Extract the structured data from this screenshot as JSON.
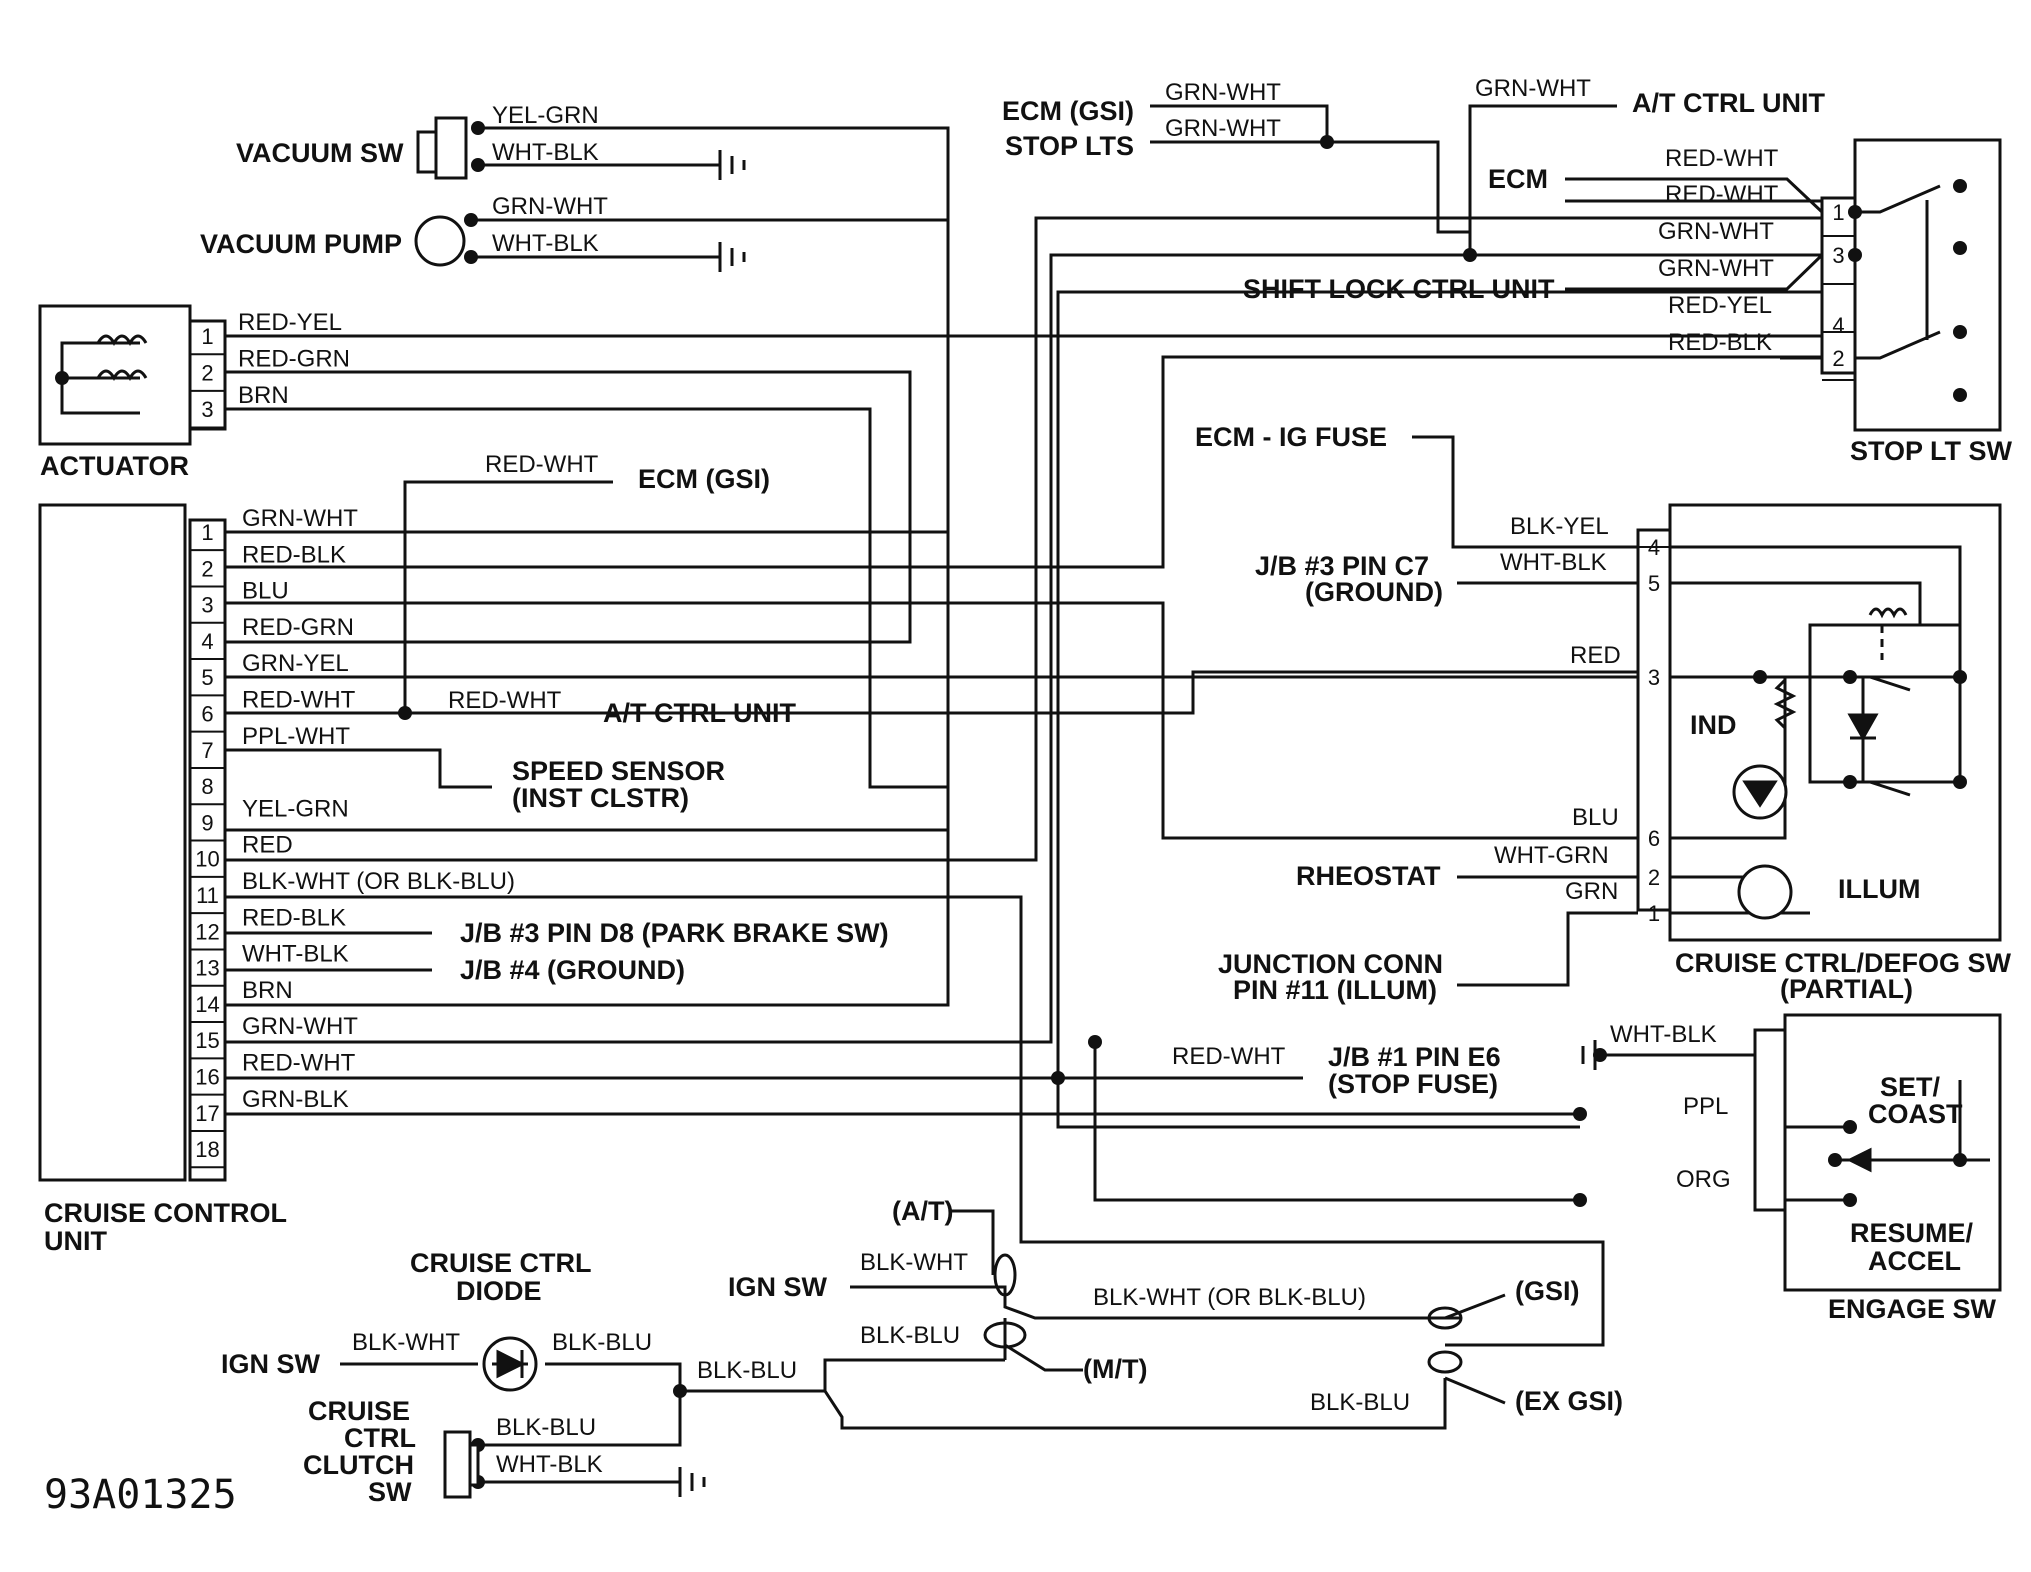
{
  "diagram_code": "93A01325",
  "components": {
    "vacuum_sw": "VACUUM SW",
    "vacuum_pump": "VACUUM PUMP",
    "actuator": "ACTUATOR",
    "ccu": [
      "CRUISE CONTROL",
      "UNIT"
    ],
    "stop_lt_sw": "STOP LT SW",
    "cruise_defog": [
      "CRUISE CTRL/DEFOG SW",
      "(PARTIAL)"
    ],
    "engage_sw": "ENGAGE SW",
    "diode": [
      "CRUISE CTRL",
      "DIODE"
    ],
    "clutch_sw": [
      "CRUISE",
      "CTRL",
      "CLUTCH",
      "SW"
    ],
    "ind": "IND",
    "illum": "ILLUM",
    "set_coast": [
      "SET/",
      "COAST"
    ],
    "resume_accel": [
      "RESUME/",
      "ACCEL"
    ]
  },
  "refs": {
    "ecm_gsi_top": "ECM (GSI)",
    "stop_lts": "STOP LTS",
    "at_ctrl_top": "A/T CTRL UNIT",
    "ecm_right": "ECM",
    "shift_lock": "SHIFT LOCK CTRL UNIT",
    "ecm_ig_fuse": "ECM - IG FUSE",
    "jb3_c7": [
      "J/B #3 PIN C7",
      "(GROUND)"
    ],
    "rheostat": "RHEOSTAT",
    "junction_conn": [
      "JUNCTION CONN",
      "PIN #11 (ILLUM)"
    ],
    "ecm_gsi_mid": "ECM (GSI)",
    "at_ctrl_mid": "A/T CTRL UNIT",
    "speed_sensor": [
      "SPEED SENSOR",
      "(INST CLSTR)"
    ],
    "jb3_d8": "J/B #3 PIN D8 (PARK BRAKE SW)",
    "jb4_gnd": "J/B #4 (GROUND)",
    "jb1_e6": [
      "J/B #1 PIN E6",
      "(STOP FUSE)"
    ],
    "ign_sw_1": "IGN SW",
    "ign_sw_2": "IGN SW",
    "at": "(A/T)",
    "mt": "(M/T)",
    "gsi": "(GSI)",
    "ex_gsi": "(EX GSI)"
  },
  "ccu_pins": [
    "1",
    "2",
    "3",
    "4",
    "5",
    "6",
    "7",
    "8",
    "9",
    "10",
    "11",
    "12",
    "13",
    "14",
    "15",
    "16",
    "17",
    "18"
  ],
  "ccu_wires": [
    "GRN-WHT",
    "RED-BLK",
    "BLU",
    "RED-GRN",
    "GRN-YEL",
    "RED-WHT",
    "PPL-WHT",
    "",
    "YEL-GRN",
    "RED",
    "BLK-WHT (OR BLK-BLU)",
    "RED-BLK",
    "WHT-BLK",
    "BRN",
    "GRN-WHT",
    "RED-WHT",
    "GRN-BLK",
    ""
  ],
  "actuator_pins": [
    "1",
    "2",
    "3"
  ],
  "actuator_wires": [
    "RED-YEL",
    "RED-GRN",
    "BRN"
  ],
  "stop_lt_pins": [
    "1",
    "3",
    "4",
    "2"
  ],
  "defog_pins": [
    "4",
    "5",
    "3",
    "6",
    "2",
    "1"
  ],
  "wires": {
    "vac_sw_1": "YEL-GRN",
    "vac_sw_2": "WHT-BLK",
    "vac_pump_1": "GRN-WHT",
    "vac_pump_2": "WHT-BLK",
    "ecm_gsi_top": "GRN-WHT",
    "stop_lts": "GRN-WHT",
    "at_ctrl_top": "GRN-WHT",
    "ecm_r1": "RED-WHT",
    "ecm_r2": "RED-WHT",
    "slt_grn1": "GRN-WHT",
    "slt_grn2": "GRN-WHT",
    "slt_redyel": "RED-YEL",
    "slt_redblk": "RED-BLK",
    "ecm_gsi_mid": "RED-WHT",
    "at_ctrl_mid": "RED-WHT",
    "jb1_e6": "RED-WHT",
    "defog_4": "BLK-YEL",
    "defog_5": "WHT-BLK",
    "defog_3": "RED",
    "defog_6": "BLU",
    "defog_2": "WHT-GRN",
    "defog_1": "GRN",
    "engage_1": "WHT-BLK",
    "engage_2": "PPL",
    "engage_3": "ORG",
    "ign1": "BLK-WHT",
    "at_bus": "BLK-WHT (OR BLK-BLU)",
    "bb1": "BLK-BLU",
    "ign2": "BLK-WHT",
    "bb2": "BLK-BLU",
    "bb3": "BLK-BLU",
    "bb4": "BLK-BLU",
    "clutch_1": "BLK-BLU",
    "clutch_2": "WHT-BLK"
  }
}
